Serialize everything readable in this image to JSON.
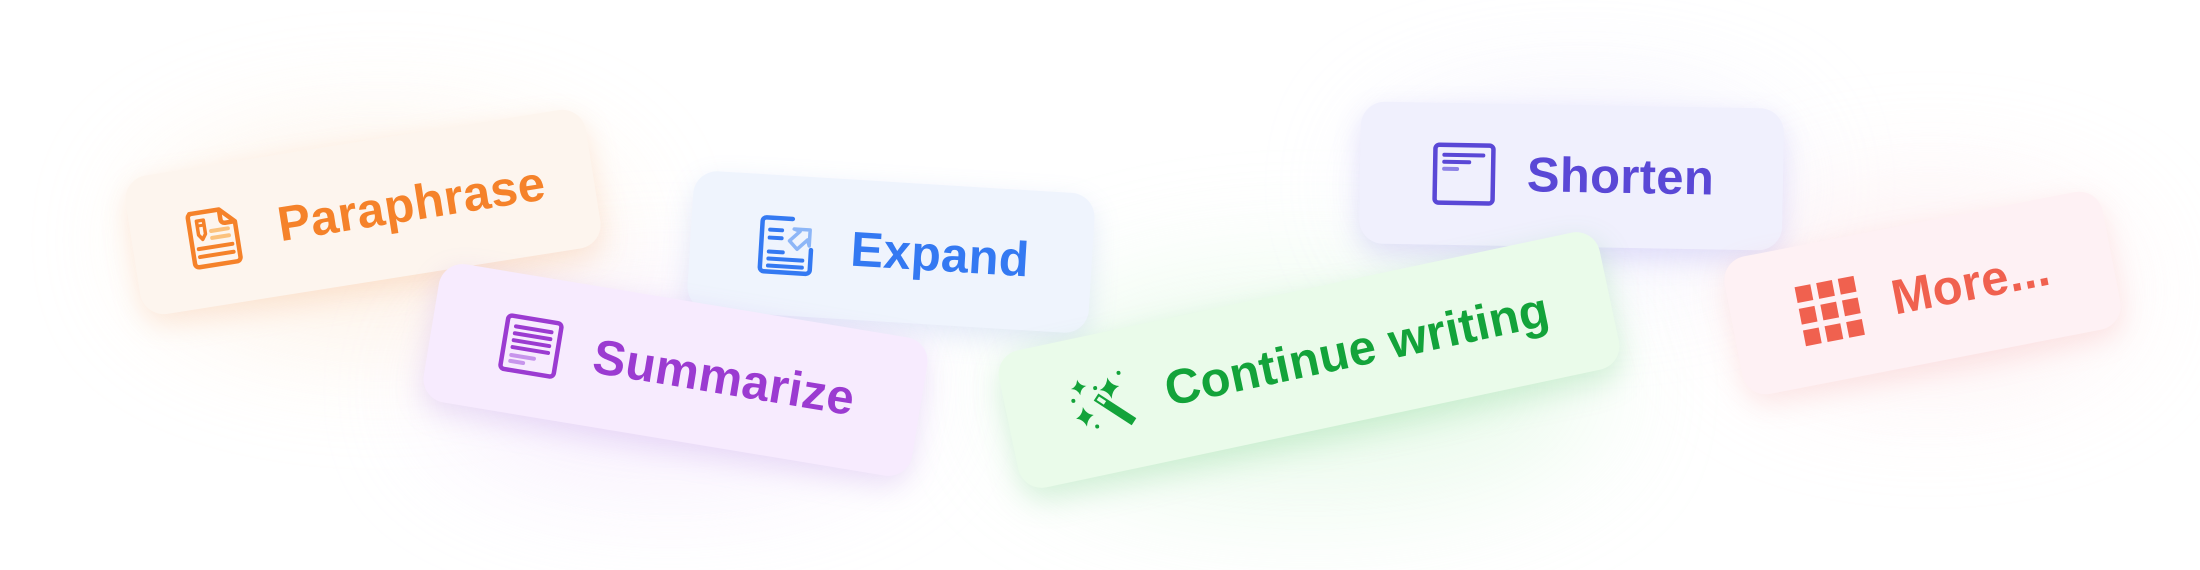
{
  "cards": [
    {
      "id": "paraphrase",
      "label": "Paraphrase",
      "icon": "document-edit-icon",
      "text_color": "#F5822A",
      "bg": "#FDF5EE",
      "glow": "#FDE3C8"
    },
    {
      "id": "summarize",
      "label": "Summarize",
      "icon": "document-lines-icon",
      "text_color": "#9B3BD1",
      "bg": "#F7EBFE",
      "glow": "#EAD4FB"
    },
    {
      "id": "expand",
      "label": "Expand",
      "icon": "document-expand-icon",
      "text_color": "#3479F2",
      "bg": "#EFF4FD",
      "glow": "#D9E5FB"
    },
    {
      "id": "shorten",
      "label": "Shorten",
      "icon": "document-short-icon",
      "text_color": "#5A48D6",
      "bg": "#F0F0FD",
      "glow": "#DCDAFB"
    },
    {
      "id": "continue-writing",
      "label": "Continue writing",
      "icon": "magic-wand-icon",
      "text_color": "#13A33A",
      "bg": "#EAFBEA",
      "glow": "#CFF5D2"
    },
    {
      "id": "more",
      "label": "More...",
      "icon": "grid-icon",
      "text_color": "#F0614F",
      "bg": "#FEF1F4",
      "glow": "#FCDCDF"
    }
  ]
}
